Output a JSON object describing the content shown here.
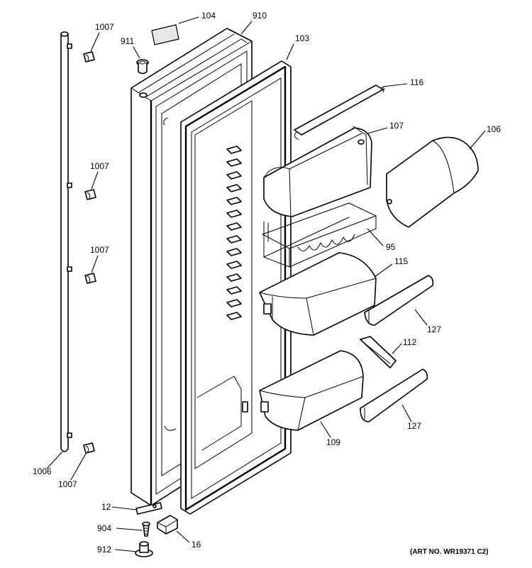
{
  "part_labels": {
    "p104": "104",
    "p910": "910",
    "p1007a": "1007",
    "p911": "911",
    "p103": "103",
    "p116": "116",
    "p107": "107",
    "p106": "106",
    "p1007b": "1007",
    "p1007c": "1007",
    "p95": "95",
    "p115": "115",
    "p127a": "127",
    "p112": "112",
    "p127b": "127",
    "p109": "109",
    "p1006": "1006",
    "p1007d": "1007",
    "p12": "12",
    "p904": "904",
    "p16": "16",
    "p912": "912"
  },
  "art_number": "(ART NO. WR19371 C2)"
}
